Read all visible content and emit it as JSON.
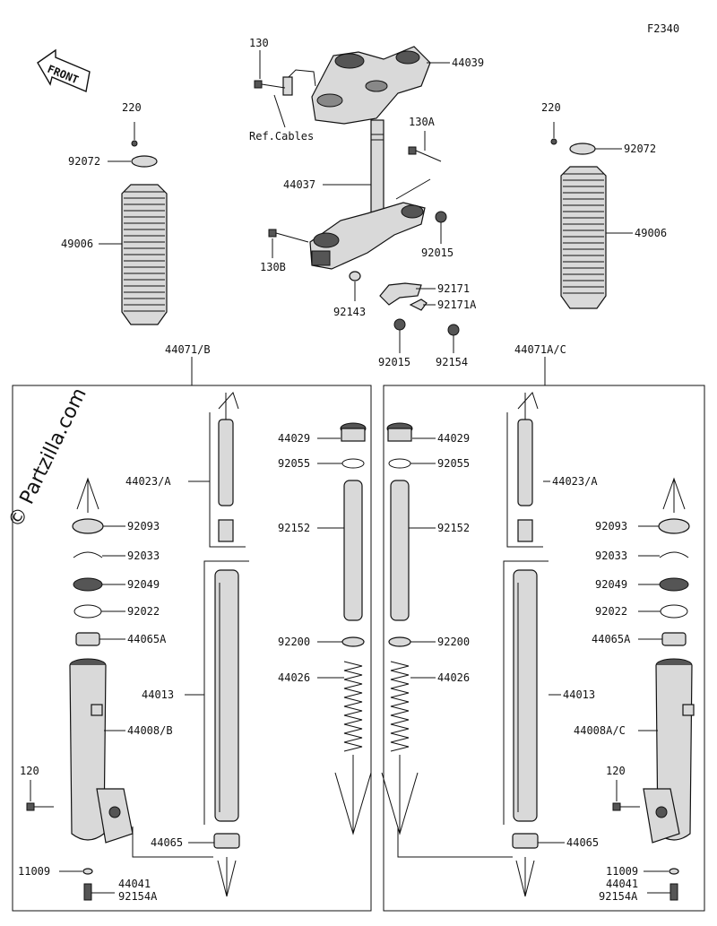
{
  "figure_code": "F2340",
  "front_label": "FRONT",
  "watermark": "© Partzilla.com",
  "labels": {
    "l130": "130",
    "l44039": "44039",
    "ref_cables": "Ref.Cables",
    "l130A": "130A",
    "l44037": "44037",
    "l130B": "130B",
    "l92015a": "92015",
    "l92171": "92171",
    "l92171A": "92171A",
    "l92143": "92143",
    "l92015b": "92015",
    "l92154": "92154",
    "l220L": "220",
    "l92072L": "92072",
    "l49006L": "49006",
    "l220R": "220",
    "l92072R": "92072",
    "l49006R": "49006",
    "l44071B": "44071/B",
    "l44071AC": "44071A/C",
    "L": {
      "l44023": "44023/A",
      "l92093": "92093",
      "l92033": "92033",
      "l92049": "92049",
      "l92022": "92022",
      "l44065A": "44065A",
      "l44013": "44013",
      "l44008": "44008/B",
      "l120": "120",
      "l44065": "44065",
      "l11009": "11009",
      "l44041": "44041",
      "l92154A": "92154A",
      "l44029": "44029",
      "l92055": "92055",
      "l92152": "92152",
      "l92200": "92200",
      "l44026": "44026"
    },
    "R": {
      "l44029": "44029",
      "l92055": "92055",
      "l92152": "92152",
      "l92200": "92200",
      "l44026": "44026",
      "l44023": "44023/A",
      "l92093": "92093",
      "l92033": "92033",
      "l92049": "92049",
      "l92022": "92022",
      "l44065A": "44065A",
      "l44013": "44013",
      "l44008": "44008A/C",
      "l120": "120",
      "l44065": "44065",
      "l11009": "11009",
      "l44041": "44041",
      "l92154A": "92154A"
    }
  }
}
